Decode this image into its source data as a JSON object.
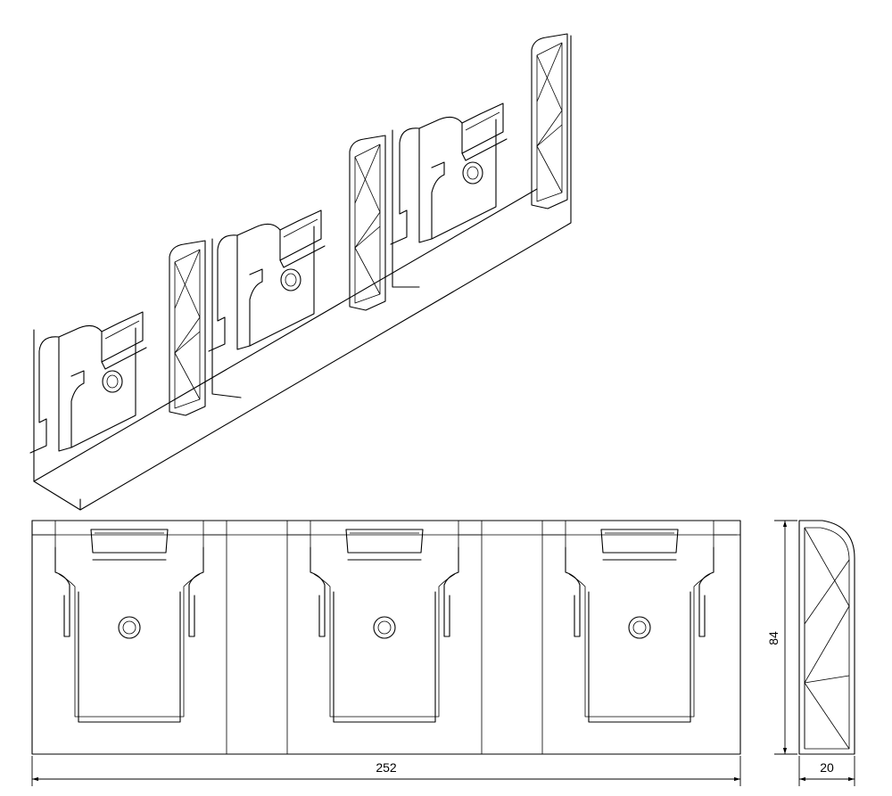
{
  "drawing": {
    "views": [
      "isometric",
      "front",
      "side"
    ],
    "dimensions": {
      "width": {
        "value": 252,
        "label": "252"
      },
      "height": {
        "value": 84,
        "label": "84"
      },
      "depth": {
        "value": 20,
        "label": "20"
      }
    },
    "holder_count": 3
  }
}
